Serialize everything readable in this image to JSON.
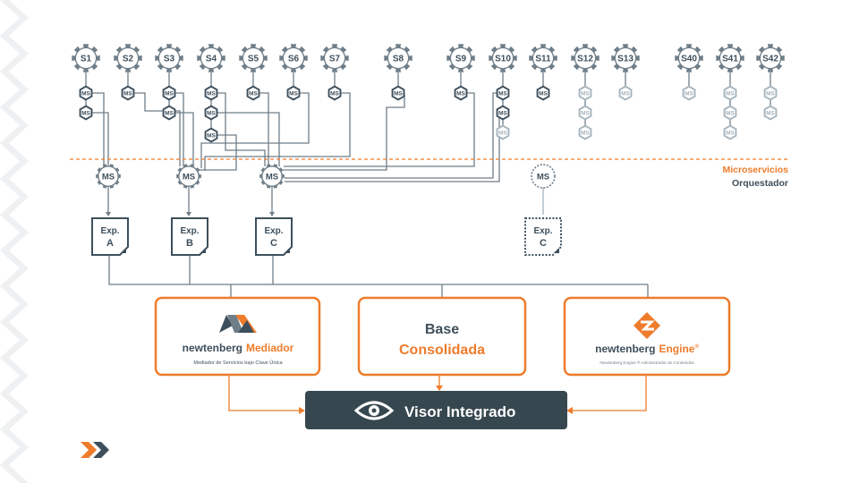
{
  "services": [
    "S1",
    "S2",
    "S3",
    "S4",
    "S5",
    "S6",
    "S7",
    "S8",
    "S9",
    "S10",
    "S11",
    "S12",
    "S13",
    "S40",
    "S41",
    "S42"
  ],
  "ms_label": "MS",
  "tiers": {
    "top": "Microservicios",
    "bottom": "Orquestador"
  },
  "expedientes": [
    {
      "line1": "Exp.",
      "line2": "A"
    },
    {
      "line1": "Exp.",
      "line2": "B"
    },
    {
      "line1": "Exp.",
      "line2": "C"
    },
    {
      "line1": "Exp.",
      "line2": "C"
    }
  ],
  "boxes": {
    "mediador": {
      "brand": "newtenberg",
      "product": "Mediador",
      "subtitle": "Mediador de Servicios bajo Clave Única"
    },
    "base": {
      "line1": "Base",
      "line2": "Consolidada"
    },
    "engine": {
      "brand": "newtenberg",
      "product": "Engine",
      "reg": "®",
      "subtitle": "Newtenberg Engine ® Administrador de Contenidos"
    }
  },
  "visor": {
    "label": "Visor Integrado"
  },
  "colors": {
    "dark": "#3e4f5c",
    "orange": "#ee7c2b",
    "gray": "#6f7e88",
    "pale": "#a6b4bd",
    "bgPattern": "#eef0f2",
    "panel": "#37474f"
  }
}
